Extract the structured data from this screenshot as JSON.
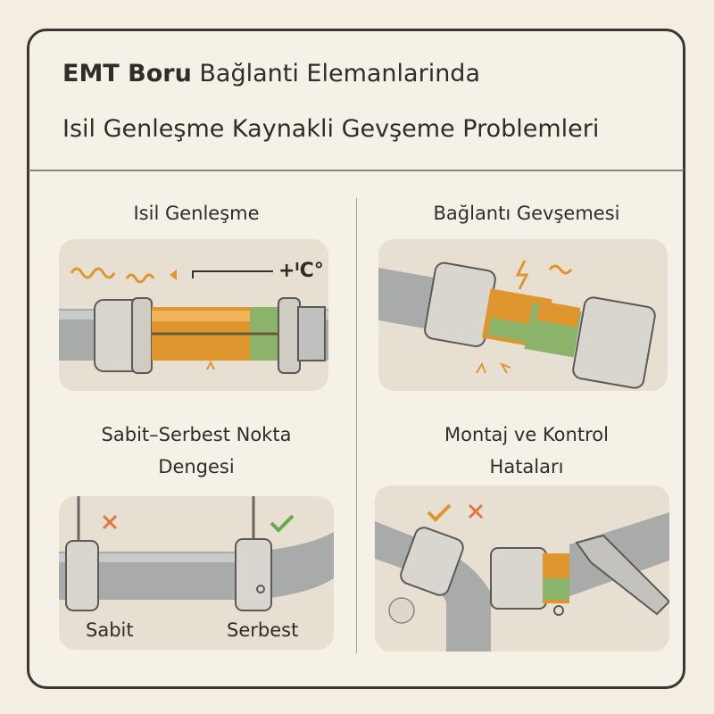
{
  "title": {
    "line1_bold": "EMT Boru",
    "line1_rest": " Bağlanti Elemanlarinda",
    "line2": "Isil Genleşme Kaynakli Gevşeme Problemleri"
  },
  "panels": {
    "thermal": {
      "title": "Isil Genleşme",
      "temp_label": "+ᴵC°"
    },
    "loosening": {
      "title": "Bağlantı Gevşemesi"
    },
    "fixed_free": {
      "title_line1": "Sabit–Serbest Nokta",
      "title_line2": "Dengesi",
      "label_fixed": "Sabit",
      "label_free": "Serbest"
    },
    "assembly": {
      "title_line1": "Montaj ve Kontrol",
      "title_line2": "Hataları"
    }
  },
  "colors": {
    "pipe": "#a9abaa",
    "fitting": "#d9d6cf",
    "orange": "#e0962f",
    "green": "#8bb46a",
    "cross": "#e07a3a",
    "check": "#6aa84f"
  }
}
